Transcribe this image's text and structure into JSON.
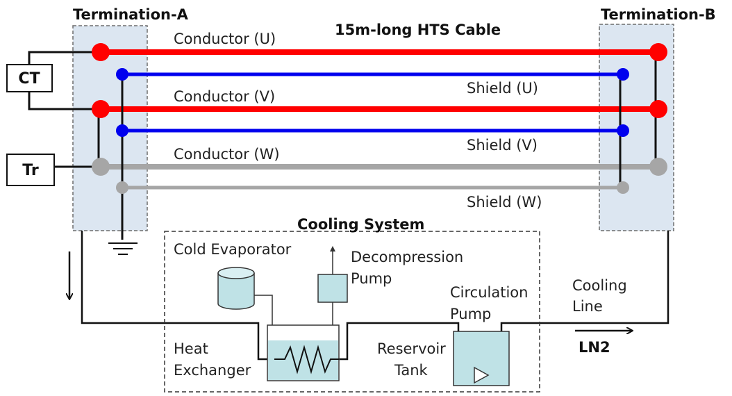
{
  "cable_title": "15m-long HTS Cable",
  "termination_a": "Termination-A",
  "termination_b": "Termination-B",
  "lines": {
    "conductor_u": "Conductor (U)",
    "conductor_v": "Conductor (V)",
    "conductor_w": "Conductor (W)",
    "shield_u": "Shield (U)",
    "shield_v": "Shield (V)",
    "shield_w": "Shield (W)"
  },
  "devices": {
    "ct": "CT",
    "tr": "Tr"
  },
  "cooling": {
    "title": "Cooling System",
    "cold_evaporator": "Cold Evaporator",
    "decompression_pump_1": "Decompression",
    "decompression_pump_2": "Pump",
    "circulation_pump_1": "Circulation",
    "circulation_pump_2": "Pump",
    "heat_exchanger_1": "Heat",
    "heat_exchanger_2": "Exchanger",
    "reservoir_tank_1": "Reservoir",
    "reservoir_tank_2": "Tank",
    "cooling_line_1": "Cooling",
    "cooling_line_2": "Line",
    "ln2": "LN2"
  },
  "colors": {
    "conductor_u": "#ff0000",
    "conductor_v": "#ff0000",
    "conductor_w": "#a6a6a6",
    "shield": "#0000ee",
    "shield_w": "#a6a6a6",
    "termination_fill": "#dce6f1",
    "equipment_fill": "#bfe2e6"
  }
}
